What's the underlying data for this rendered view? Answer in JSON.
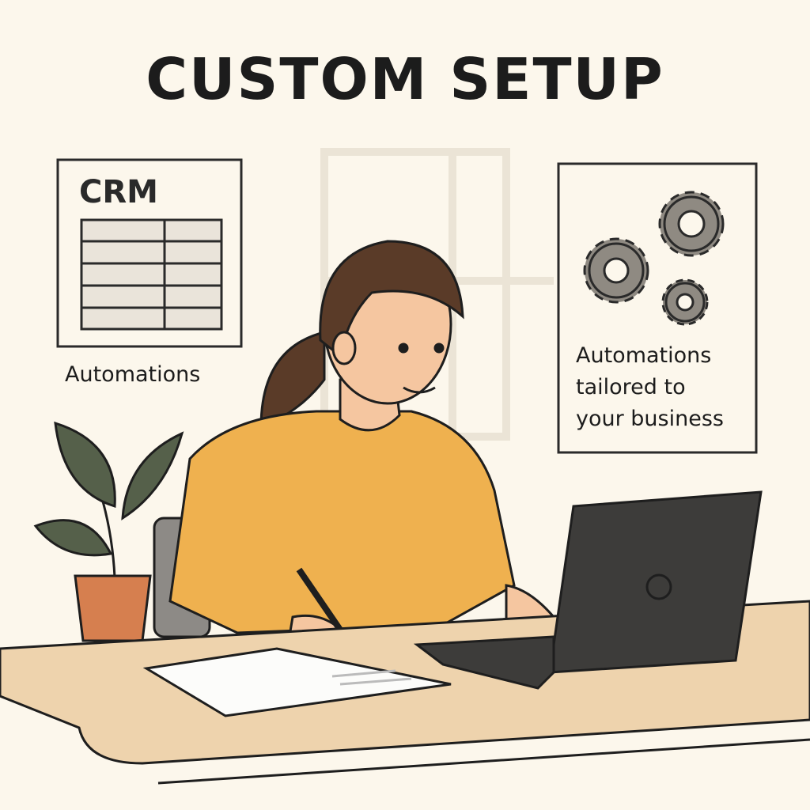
{
  "title": "CUSTOM SETUP",
  "crm_panel": {
    "heading": "CRM",
    "caption": "Automations"
  },
  "gears_panel": {
    "caption_lines": [
      "Automations",
      "tailored to",
      "your business"
    ]
  },
  "colors": {
    "background": "#fcf7ec",
    "sweater": "#efb14f",
    "desk": "#eed3ad",
    "laptop": "#3d3c3a",
    "pot": "#d67f4f",
    "leaf": "#55604a",
    "gear": "#8f8a82"
  }
}
